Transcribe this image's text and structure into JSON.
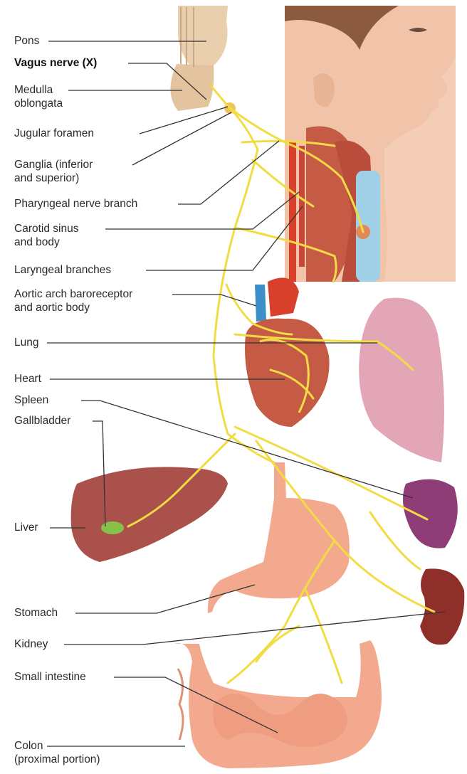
{
  "labels": [
    {
      "id": "pons",
      "text": "Pons"
    },
    {
      "id": "vagus",
      "text": "Vagus nerve (X)"
    },
    {
      "id": "medulla",
      "text": "Medulla\noblongata"
    },
    {
      "id": "jugular",
      "text": "Jugular foramen"
    },
    {
      "id": "ganglia",
      "text": "Ganglia (inferior\nand superior)"
    },
    {
      "id": "pharyngeal",
      "text": "Pharyngeal nerve branch"
    },
    {
      "id": "carotid",
      "text": "Carotid sinus\nand body"
    },
    {
      "id": "laryngeal",
      "text": "Laryngeal branches"
    },
    {
      "id": "aortic",
      "text": "Aortic arch baroreceptor\nand aortic body"
    },
    {
      "id": "lung",
      "text": "Lung"
    },
    {
      "id": "heart",
      "text": "Heart"
    },
    {
      "id": "spleen",
      "text": "Spleen"
    },
    {
      "id": "gallbladder",
      "text": "Gallbladder"
    },
    {
      "id": "liver",
      "text": "Liver"
    },
    {
      "id": "stomach",
      "text": "Stomach"
    },
    {
      "id": "kidney",
      "text": "Kidney"
    },
    {
      "id": "small_intestine",
      "text": "Small intestine"
    },
    {
      "id": "colon",
      "text": "Colon\n(proximal portion)"
    }
  ],
  "colors": {
    "nerve": "#f2dc45",
    "leader": "#333333",
    "skin": "#f3cdb6",
    "muscle": "#c55a45",
    "liver": "#a9514a",
    "lung": "#e3a6b7",
    "spleen": "#8e3d77",
    "kidney": "#8f2f2a",
    "gut": "#f3a98e",
    "gallbladder": "#86c24a",
    "artery": "#d8402c",
    "vein": "#3d8fc9"
  }
}
